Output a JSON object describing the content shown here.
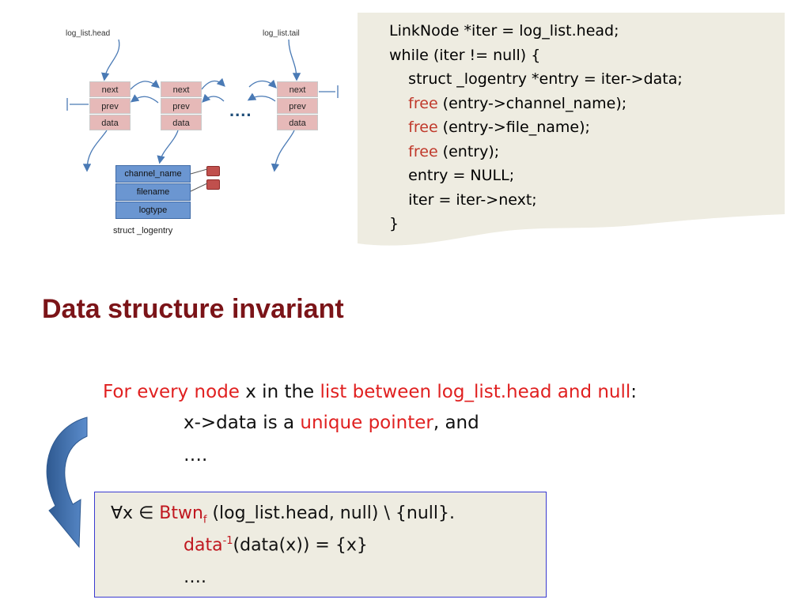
{
  "diagram": {
    "head_label": "log_list.head",
    "tail_label": "log_list.tail",
    "node_fields": [
      "next",
      "prev",
      "data"
    ],
    "ellipsis": "....",
    "entry_fields": [
      "channel_name",
      "filename",
      "logtype"
    ],
    "entry_caption": "struct _logentry"
  },
  "code": {
    "line1": "LinkNode *iter = log_list.head;",
    "line2": "while (iter != null) {",
    "line3": "struct _logentry *entry = iter->data;",
    "free_kw": "free",
    "line4_rest": " (entry->channel_name);",
    "line5_rest": " (entry->file_name);",
    "line6_rest": " (entry);",
    "line7": "entry = NULL;",
    "line8": "iter = iter->next;",
    "line9": "}"
  },
  "title": "Data structure invariant",
  "invariant": {
    "p1_red": "For every node",
    "p1_mid": " x in the ",
    "p1_red2": "list between log_list.head and null",
    "p1_end": ":",
    "p2_start": "x->data is a ",
    "p2_red": "unique pointer",
    "p2_end": ", and",
    "p3": "…."
  },
  "formula": {
    "forall": "∀x ∈ ",
    "btwn": "Btwn",
    "btwn_sub": "f",
    "rest": " (log_list.head, null) \\ {null}.",
    "data_red": "data",
    "data_sup": "-1",
    "data_rest": "(data(x)) = {x}",
    "dots": "…."
  },
  "colors": {
    "title": "#7b1418",
    "highlight": "#e02020",
    "node_fill": "#e6b9b8",
    "entry_fill": "#6b96d1",
    "formula_bg": "#eeece1",
    "code_bg": "#eeece1"
  }
}
